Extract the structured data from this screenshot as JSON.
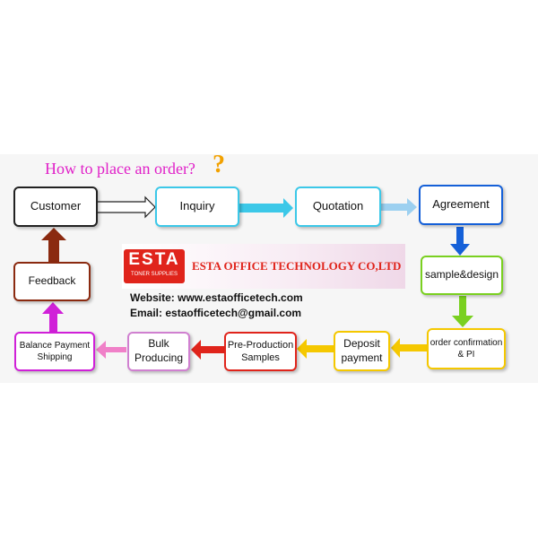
{
  "heading": {
    "title": "How to place an order?",
    "question_mark": "?"
  },
  "steps": {
    "customer": "Customer",
    "inquiry": "Inquiry",
    "quotation": "Quotation",
    "agreement": "Agreement",
    "sample_design": "sample&design",
    "order_confirmation": [
      "order confirmation",
      "& PI"
    ],
    "deposit_payment": [
      "Deposit",
      "payment"
    ],
    "pre_production": [
      "Pre-Production",
      "Samples"
    ],
    "bulk_producing": [
      "Bulk",
      "Producing"
    ],
    "balance_shipping": [
      "Balance Payment",
      "Shipping"
    ],
    "feedback": "Feedback"
  },
  "company": {
    "logo_text": "ESTA",
    "logo_subtext": "TONER SUPPLIES",
    "name": "ESTA OFFICE TECHNOLOGY CO,LTD",
    "website": "Website: www.estaofficetech.com",
    "email": "Email: estaofficetech@gmail.com"
  },
  "colors": {
    "title": "#e020c8",
    "customer_border": "#222222",
    "cyan": "#3cc8e8",
    "blue": "#1560d8",
    "green": "#7ad020",
    "yellow": "#f5c800",
    "red": "#e0241b",
    "pink": "#f080c8",
    "magenta": "#d020d8",
    "brown": "#8b2a10"
  }
}
